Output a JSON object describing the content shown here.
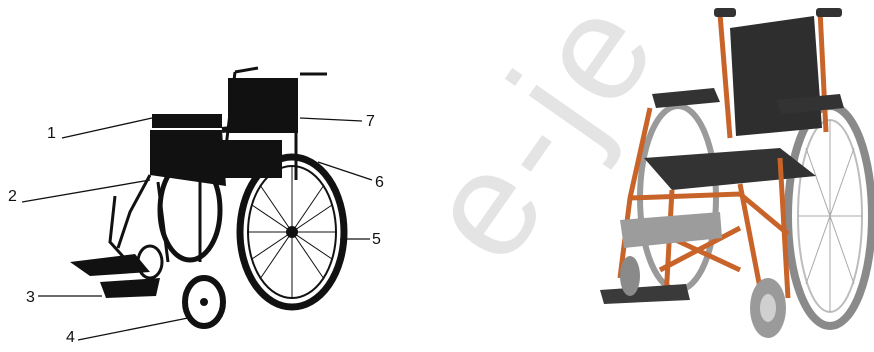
{
  "watermark": "e-je",
  "labels": [
    "1",
    "2",
    "3",
    "4",
    "5",
    "6",
    "7"
  ],
  "colors": {
    "frame_orange": "#c8642a",
    "seat_dark": "#2e2e2e",
    "tire_gray": "#7a7a7a",
    "outline_black": "#111111"
  }
}
